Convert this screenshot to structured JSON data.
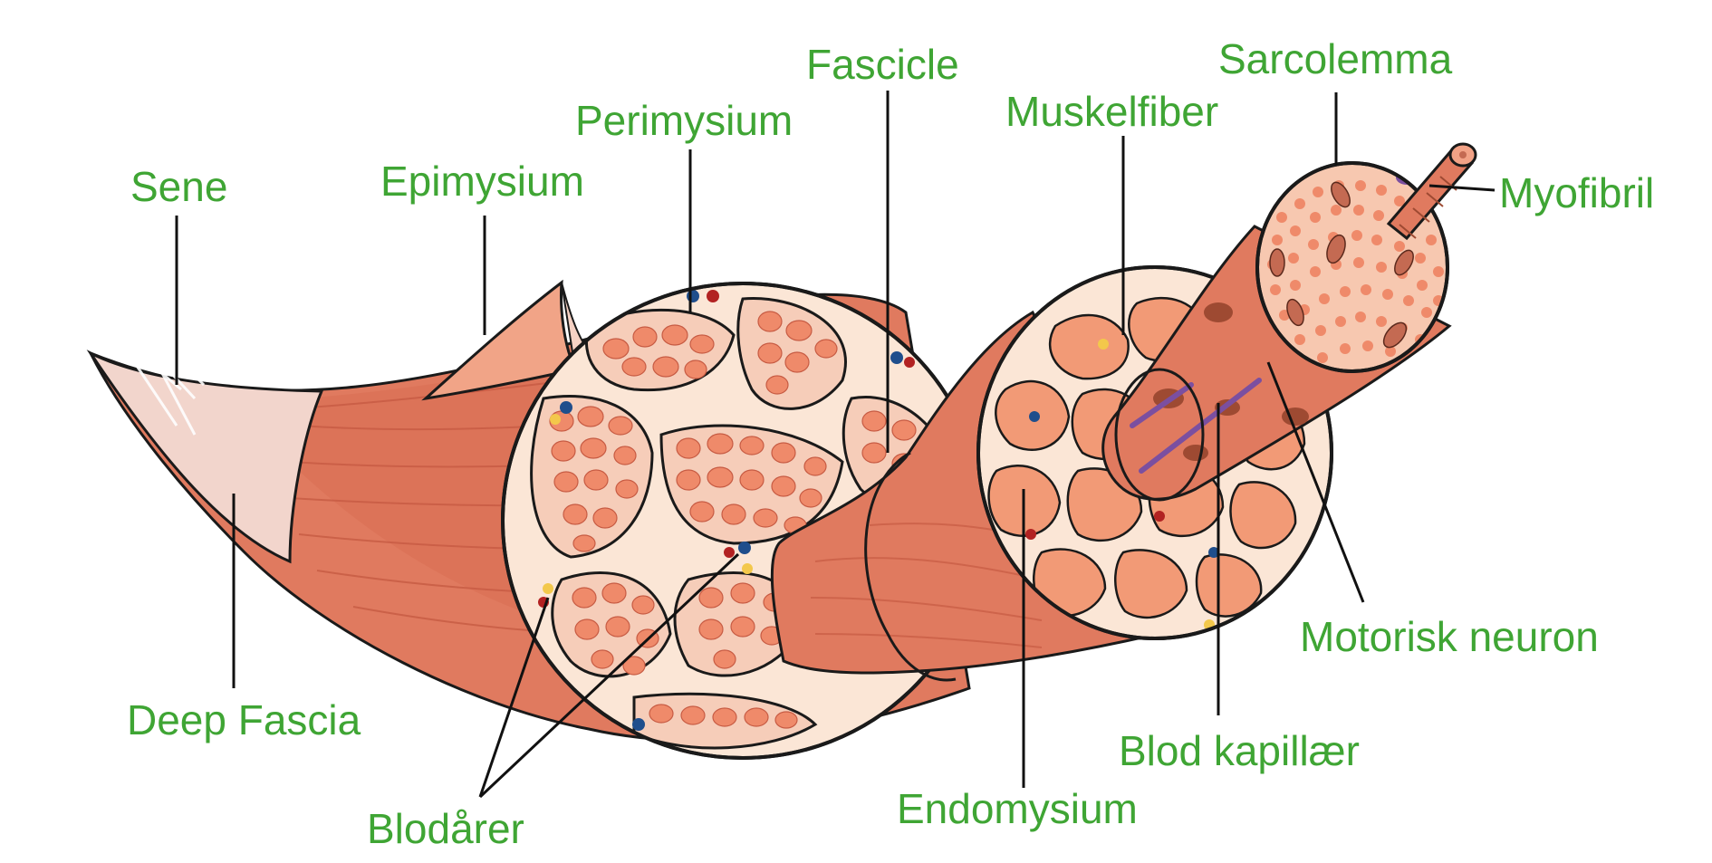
{
  "colors": {
    "label": "#3fa534",
    "leader_line": "#111111",
    "muscle": "#e07a5f",
    "muscle_light": "#f2b08f",
    "fiber_fill": "#ef8a6a",
    "connective_tissue": "#fbe6d6",
    "outline": "#1a1a1a",
    "tendon": "#f4e9e4",
    "vessel_red": "#b22222",
    "vessel_blue": "#1f4e8c",
    "nerve": "#f3c84b",
    "capillary": "#7b4fa0"
  },
  "labels": {
    "sene": "Sene",
    "epimysium": "Epimysium",
    "perimysium": "Perimysium",
    "fascicle": "Fascicle",
    "muskelfiber": "Muskelfiber",
    "sarcolemma": "Sarcolemma",
    "myofibril": "Myofibril",
    "deep_fascia": "Deep Fascia",
    "blodarer": "Blodårer",
    "endomysium": "Endomysium",
    "blod_kapillaer": "Blod kapillær",
    "motorisk_neuron": "Motorisk neuron"
  }
}
